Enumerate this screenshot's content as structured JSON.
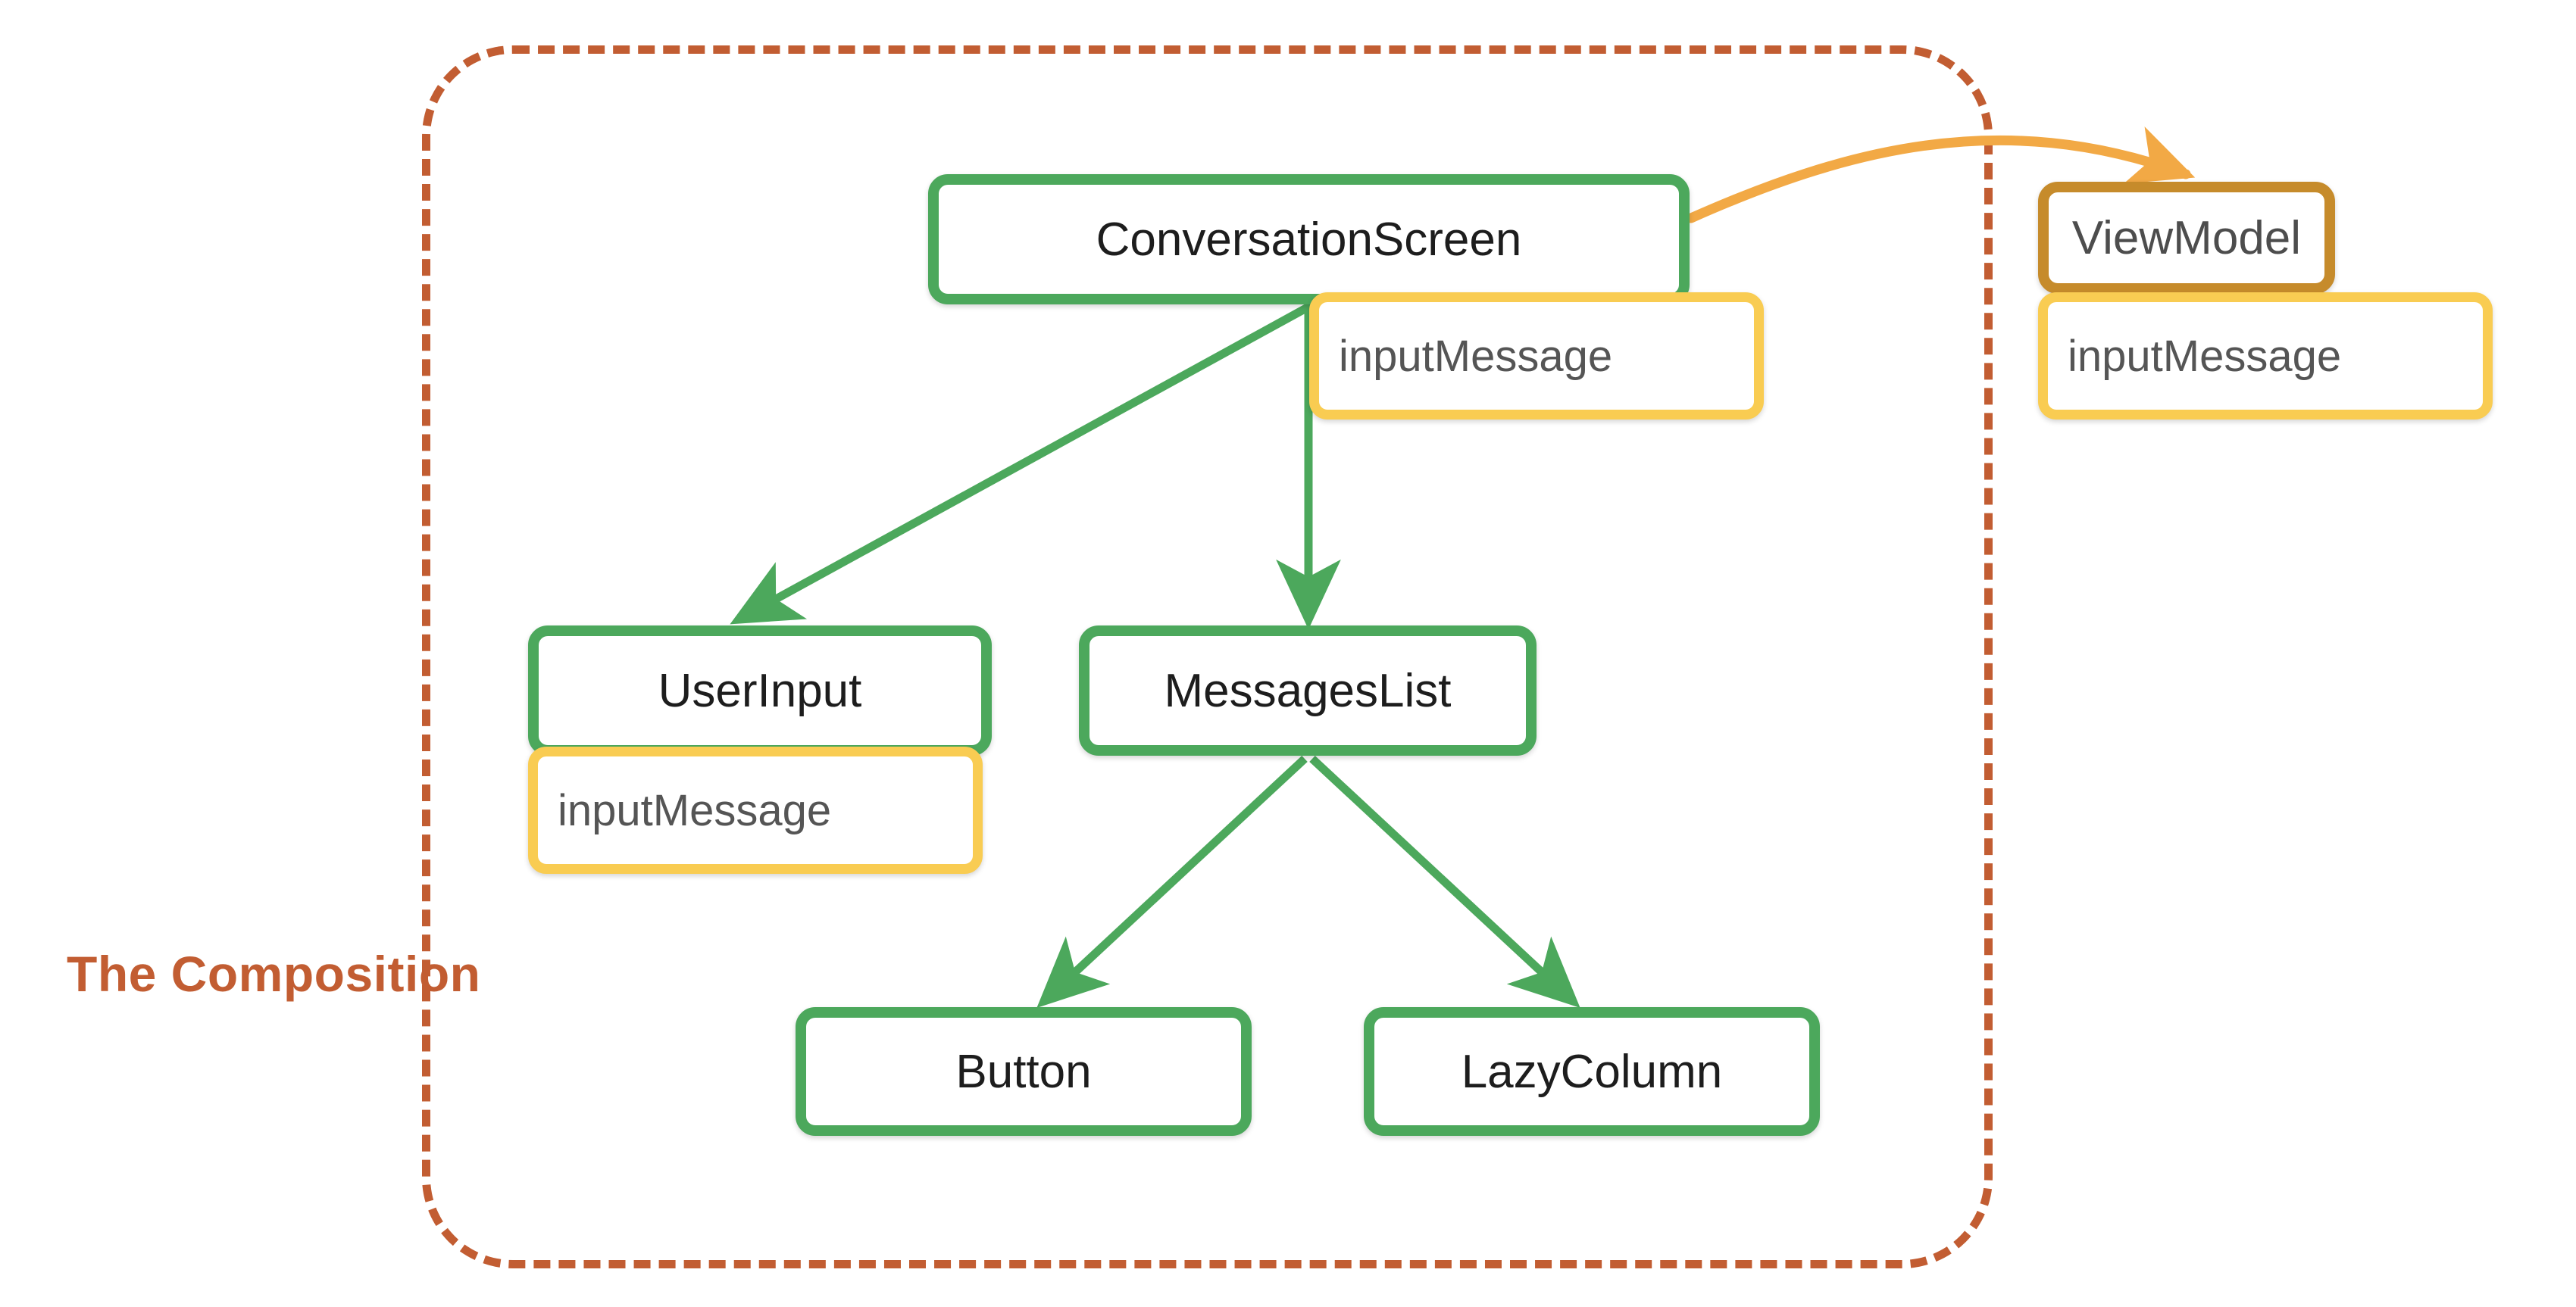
{
  "diagram": {
    "title_label": "The Composition",
    "boundary_name": "The Composition",
    "colors": {
      "composable_border": "#4CA85C",
      "state_border": "#F9CC52",
      "viewmodel_border": "#C68B2B",
      "boundary": "#C25D32",
      "arrow_green": "#4CA85C",
      "arrow_orange": "#F2A945",
      "node_text": "#1d1d1d",
      "state_text": "#555555",
      "background": "#ffffff"
    },
    "nodes": [
      {
        "id": "conversationscreen",
        "label": "ConversationScreen",
        "kind": "composable"
      },
      {
        "id": "userinput",
        "label": "UserInput",
        "kind": "composable"
      },
      {
        "id": "messageslist",
        "label": "MessagesList",
        "kind": "composable"
      },
      {
        "id": "button",
        "label": "Button",
        "kind": "composable"
      },
      {
        "id": "lazycolumn",
        "label": "LazyColumn",
        "kind": "composable"
      },
      {
        "id": "viewmodel",
        "label": "ViewModel",
        "kind": "viewmodel"
      }
    ],
    "state_boxes": [
      {
        "id": "state-conversationscreen",
        "label": "inputMessage",
        "owner": "ConversationScreen"
      },
      {
        "id": "state-viewmodel",
        "label": "inputMessage",
        "owner": "ViewModel"
      },
      {
        "id": "state-userinput",
        "label": "inputMessage",
        "owner": "UserInput"
      }
    ],
    "edges": [
      {
        "from": "ConversationScreen",
        "to": "UserInput",
        "color": "green",
        "style": "straight"
      },
      {
        "from": "ConversationScreen",
        "to": "MessagesList",
        "color": "green",
        "style": "straight"
      },
      {
        "from": "ConversationScreen",
        "to": "ViewModel",
        "color": "orange",
        "style": "curved"
      },
      {
        "from": "MessagesList",
        "to": "Button",
        "color": "green",
        "style": "straight"
      },
      {
        "from": "MessagesList",
        "to": "LazyColumn",
        "color": "green",
        "style": "straight"
      }
    ]
  }
}
